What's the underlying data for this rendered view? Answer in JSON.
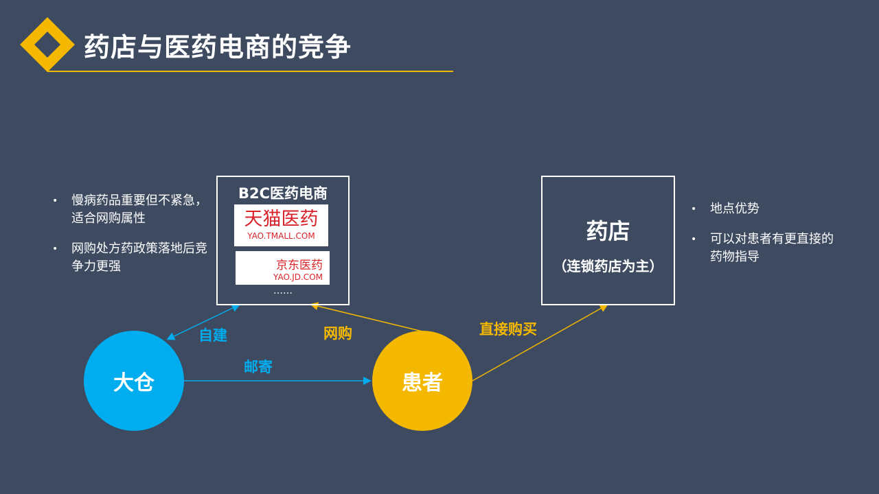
{
  "header": {
    "title": "药店与医药电商的竞争"
  },
  "left_bullets": [
    "慢病药品重要但不紧急，适合网购属性",
    "网购处方药政策落地后竞争力更强"
  ],
  "right_bullets": [
    "地点优势",
    "可以对患者有更直接的药物指导"
  ],
  "b2c_box": {
    "title": "B2C医药电商",
    "logos": [
      {
        "name": "天猫医药",
        "url": "YAO.TMALL.COM"
      },
      {
        "name": "京东医药",
        "url": "YAO.JD.COM"
      }
    ],
    "more": "……"
  },
  "pharmacy_box": {
    "title": "药店",
    "subtitle": "（连锁药店为主）"
  },
  "nodes": {
    "warehouse": "大仓",
    "patient": "患者"
  },
  "edges": {
    "self_built": "自建",
    "mail": "邮寄",
    "online": "网购",
    "direct": "直接购买"
  },
  "colors": {
    "background": "#3d4a60",
    "accent_yellow": "#f5b800",
    "accent_blue": "#00adef",
    "logo_red": "#d8232a"
  }
}
